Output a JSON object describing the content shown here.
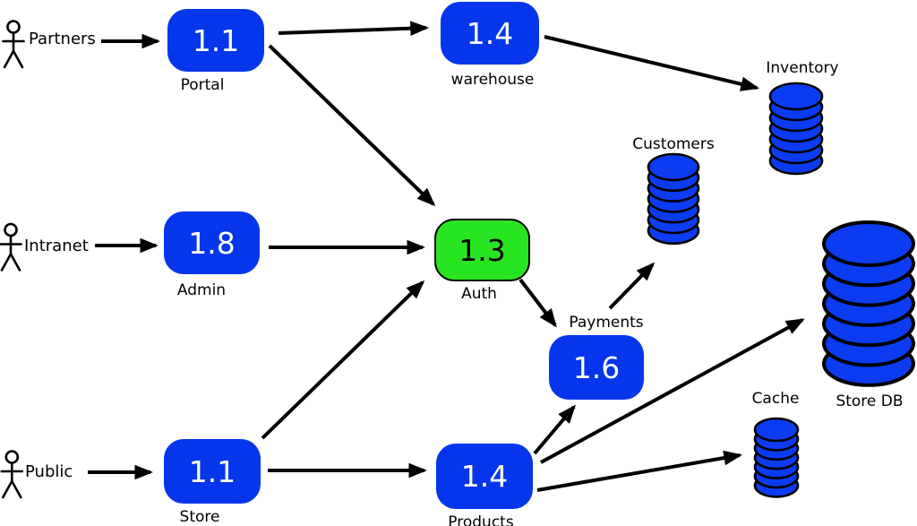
{
  "diagram": {
    "type": "data-flow-diagram",
    "background": "#ffffff",
    "colors": {
      "background": "#ffffff",
      "process_fill": "#0536eb",
      "process_text": "#ffffff",
      "highlight_fill": "#28e522",
      "highlight_text": "#000000",
      "datastore_fill": "#0b3cf2",
      "line_color": "#000000",
      "label_color": "#000000"
    },
    "actors": [
      {
        "id": "partners",
        "label": "Partners"
      },
      {
        "id": "intranet",
        "label": "Intranet"
      },
      {
        "id": "public",
        "label": "Public"
      }
    ],
    "processes": [
      {
        "id": "portal",
        "number": "1.1",
        "label": "Portal",
        "highlighted": false
      },
      {
        "id": "warehouse",
        "number": "1.4",
        "label": "warehouse",
        "highlighted": false
      },
      {
        "id": "admin",
        "number": "1.8",
        "label": "Admin",
        "highlighted": false
      },
      {
        "id": "auth",
        "number": "1.3",
        "label": "Auth",
        "highlighted": true
      },
      {
        "id": "payments",
        "number": "1.6",
        "label": "Payments",
        "highlighted": false
      },
      {
        "id": "store",
        "number": "1.1",
        "label": "Store",
        "highlighted": false
      },
      {
        "id": "products",
        "number": "1.4",
        "label": "Products",
        "highlighted": false
      }
    ],
    "datastores": [
      {
        "id": "inventory",
        "label": "Inventory"
      },
      {
        "id": "customers",
        "label": "Customers"
      },
      {
        "id": "store-db",
        "label": "Store DB"
      },
      {
        "id": "cache",
        "label": "Cache"
      }
    ],
    "flows": [
      {
        "from": "partners",
        "to": "portal"
      },
      {
        "from": "portal",
        "to": "warehouse"
      },
      {
        "from": "portal",
        "to": "auth"
      },
      {
        "from": "warehouse",
        "to": "inventory"
      },
      {
        "from": "intranet",
        "to": "admin"
      },
      {
        "from": "admin",
        "to": "auth"
      },
      {
        "from": "auth",
        "to": "payments"
      },
      {
        "from": "payments",
        "to": "customers"
      },
      {
        "from": "public",
        "to": "store"
      },
      {
        "from": "store",
        "to": "auth"
      },
      {
        "from": "store",
        "to": "products"
      },
      {
        "from": "products",
        "to": "payments"
      },
      {
        "from": "products",
        "to": "store-db"
      },
      {
        "from": "products",
        "to": "cache"
      }
    ]
  }
}
